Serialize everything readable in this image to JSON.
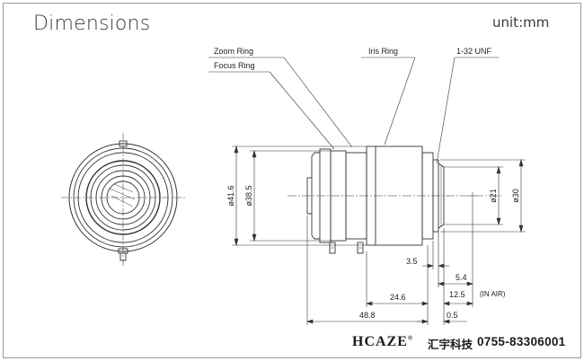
{
  "title": "Dimensions",
  "unit": "unit:mm",
  "labels": {
    "zoom_ring": "Zoom Ring",
    "focus_ring": "Focus Ring",
    "iris_ring": "Iris Ring",
    "mount": "1-32 UNF"
  },
  "dimensions": {
    "outer_diameter": "ø41.6",
    "ring_diameter": "ø38.5",
    "thread_inner": "ø21",
    "thread_outer": "ø30",
    "d_3_5": "3.5",
    "d_5_4": "5.4",
    "d_24_6": "24.6",
    "d_12_5": "12.5",
    "in_air": "(IN AIR)",
    "d_48_8": "48.8",
    "d_0_5": "0.5"
  },
  "footer": {
    "brand": "HCAZE",
    "brand_mark": "®",
    "company": "汇宇科技",
    "phone": "0755-83306001"
  }
}
